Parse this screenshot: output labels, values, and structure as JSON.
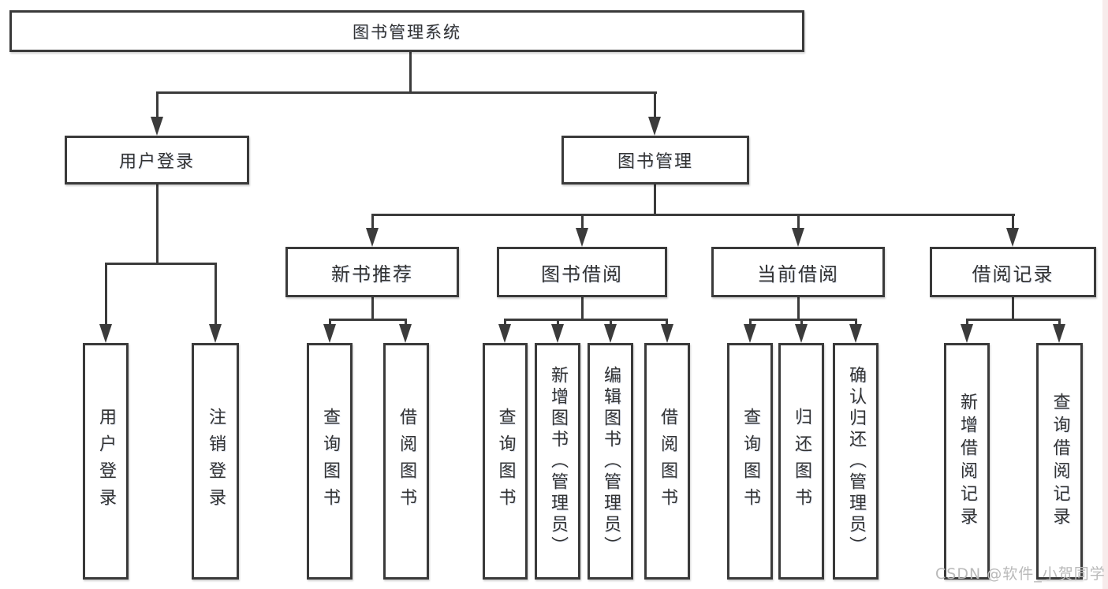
{
  "diagram": {
    "root": {
      "label": "图书管理系统"
    },
    "level1": [
      {
        "label": "用户登录"
      },
      {
        "label": "图书管理"
      }
    ],
    "level2": [
      {
        "label": "新书推荐"
      },
      {
        "label": "图书借阅"
      },
      {
        "label": "当前借阅"
      },
      {
        "label": "借阅记录"
      }
    ],
    "leaves": [
      {
        "group": "用户登录",
        "label": "用户登录"
      },
      {
        "group": "用户登录",
        "label": "注销登录"
      },
      {
        "group": "新书推荐",
        "label": "查询图书"
      },
      {
        "group": "新书推荐",
        "label": "借阅图书"
      },
      {
        "group": "图书借阅",
        "label": "查询图书"
      },
      {
        "group": "图书借阅",
        "label": "新增图书（管理员）"
      },
      {
        "group": "图书借阅",
        "label": "编辑图书（管理员）"
      },
      {
        "group": "图书借阅",
        "label": "借阅图书"
      },
      {
        "group": "当前借阅",
        "label": "查询图书"
      },
      {
        "group": "当前借阅",
        "label": "归还图书"
      },
      {
        "group": "当前借阅",
        "label": "确认归还（管理员）"
      },
      {
        "group": "借阅记录",
        "label": "新增借阅记录"
      },
      {
        "group": "借阅记录",
        "label": "查询借阅记录"
      }
    ]
  },
  "watermark": {
    "text": "CSDN @软件_小贺同学"
  },
  "colors": {
    "line": "#3b3b3b",
    "box_border": "#3a3a3a",
    "text": "#333333",
    "background": "#ffffff",
    "watermark": "#b9b9b9",
    "right_strip": "#f7ebeb"
  }
}
